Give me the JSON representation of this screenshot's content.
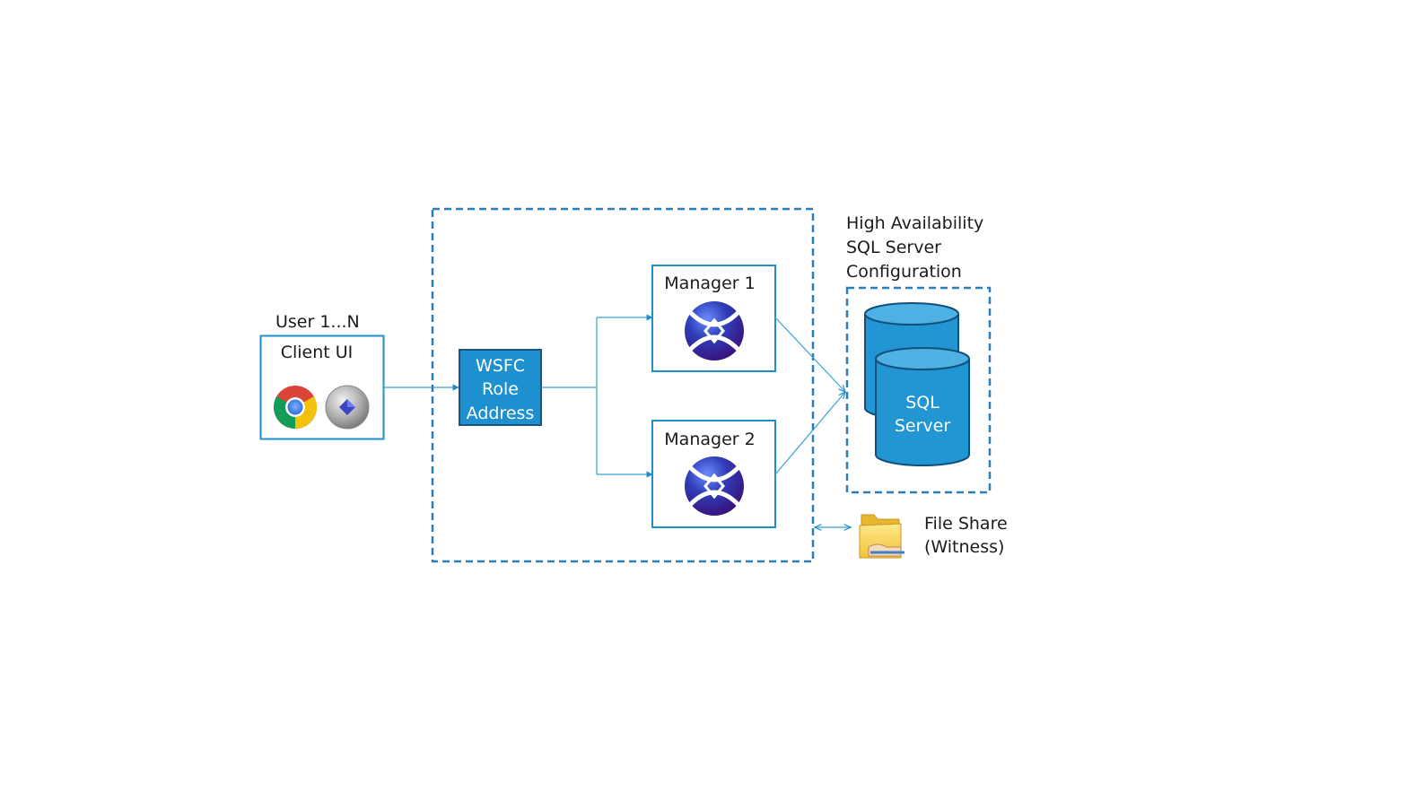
{
  "diagram": {
    "client": {
      "users_label": "User 1...N",
      "box_label": "Client UI",
      "icons": [
        "chrome-browser-icon",
        "desktop-client-icon"
      ]
    },
    "wsfc": {
      "lines": [
        "WSFC",
        "Role",
        "Address"
      ]
    },
    "managers": [
      {
        "label": "Manager 1",
        "icon": "manager-logo-icon"
      },
      {
        "label": "Manager 2",
        "icon": "manager-logo-icon"
      }
    ],
    "sql": {
      "title_lines": [
        "High Availability",
        "SQL Server",
        "Configuration"
      ],
      "db_lines": [
        "SQL",
        "Server"
      ],
      "icon": "database-icon"
    },
    "file_share": {
      "lines": [
        "File Share",
        "(Witness)"
      ],
      "icon": "shared-folder-icon"
    },
    "colors": {
      "accent": "#1f8fc9",
      "dashed_border": "#2a7fb8",
      "wsfc_fill": "#1e90d0",
      "wsfc_border": "#17577f",
      "cylinder_fill": "#2196d3",
      "cylinder_top": "#4fb0e3",
      "cylinder_stroke": "#11507a",
      "connector": "#3aa2d8"
    }
  }
}
